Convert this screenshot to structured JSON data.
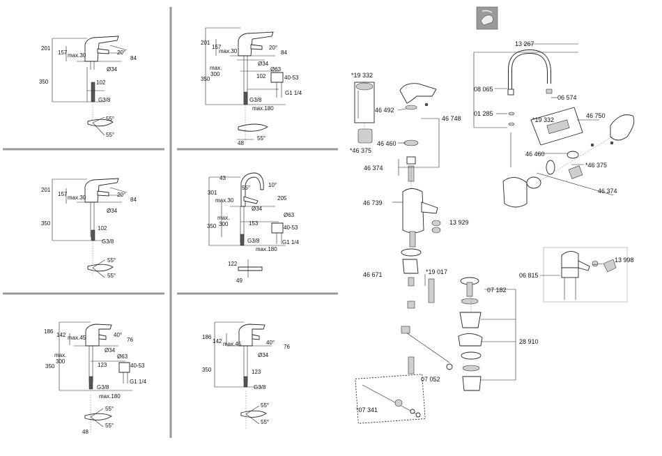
{
  "panels": [
    {
      "id": "p1",
      "dims": {
        "h_total": "201",
        "h_mid": "157",
        "reach": "max.30",
        "angle": "20°",
        "spout": "84",
        "hole": "Ø34",
        "depth": "350",
        "pitch": "102",
        "thread": "G3/8",
        "swivel_a": "55°",
        "swivel_b": "55°"
      }
    },
    {
      "id": "p2",
      "dims": {
        "h_total": "201",
        "h_mid": "157",
        "reach": "max.30",
        "angle": "20°",
        "spout": "84",
        "hole": "Ø34",
        "max_label": "max.",
        "max_val": "300",
        "depth": "350",
        "waste_dia": "Ø63",
        "waste_range": "40-53",
        "pitch": "102",
        "thread": "G3/8",
        "waste_thread": "G1 1/4",
        "waste_reach": "max.180",
        "offset": "48",
        "swivel": "55°"
      }
    },
    {
      "id": "p3",
      "dims": {
        "h_total": "201",
        "h_mid": "157",
        "reach": "max.30",
        "angle": "20°",
        "spout": "84",
        "hole": "Ø34",
        "depth": "350",
        "pitch": "102",
        "thread": "G3/8",
        "swivel_a": "55°",
        "swivel_b": "55°"
      }
    },
    {
      "id": "p4",
      "dims": {
        "top": "43",
        "angle_a": "55°",
        "angle_b": "10°",
        "h_total": "301",
        "spout": "205",
        "reach": "max.30",
        "hole": "Ø34",
        "max_label": "max.",
        "max_val": "300",
        "depth": "350",
        "pitch": "153",
        "waste_dia": "Ø63",
        "waste_range": "40-53",
        "thread": "G3/8",
        "waste_thread": "G1 1/4",
        "waste_reach": "max.180",
        "lever": "122",
        "offset": "49"
      }
    },
    {
      "id": "p5",
      "dims": {
        "h_total": "186",
        "h_mid": "142",
        "reach": "max.45",
        "angle": "40°",
        "spout": "76",
        "hole": "Ø34",
        "max_label": "max.",
        "max_val": "300",
        "depth": "350",
        "waste_dia": "Ø63",
        "waste_range": "40-53",
        "pitch": "123",
        "thread": "G3/8",
        "waste_thread": "G1 1/4",
        "waste_reach": "max.180",
        "offset": "48",
        "swivel_a": "55°",
        "swivel_b": "55°"
      }
    },
    {
      "id": "p6",
      "dims": {
        "h_total": "186",
        "h_mid": "142",
        "reach": "max.45",
        "angle": "40°",
        "spout": "76",
        "hole": "Ø34",
        "depth": "350",
        "pitch": "123",
        "thread": "G3/8",
        "swivel_a": "55°",
        "swivel_b": "55°"
      }
    }
  ],
  "parts_left": [
    "*19 332",
    "46 492",
    "46 748",
    "46 460",
    "*46 375",
    "46 374",
    "46 739",
    "13 929",
    "46 671",
    "*19 017",
    "07 182",
    "28 910",
    "07 052",
    "*07 341"
  ],
  "parts_right": [
    "13 267",
    "08 065",
    "06 574",
    "01 285",
    "*19 332",
    "46 750",
    "46 460",
    "*46 375",
    "46 374",
    "06 815",
    "13 998"
  ],
  "colors": {
    "line": "#222222",
    "separator": "#999999",
    "icon_bg": "#9a9a9a"
  },
  "icon": "hand-care-icon"
}
